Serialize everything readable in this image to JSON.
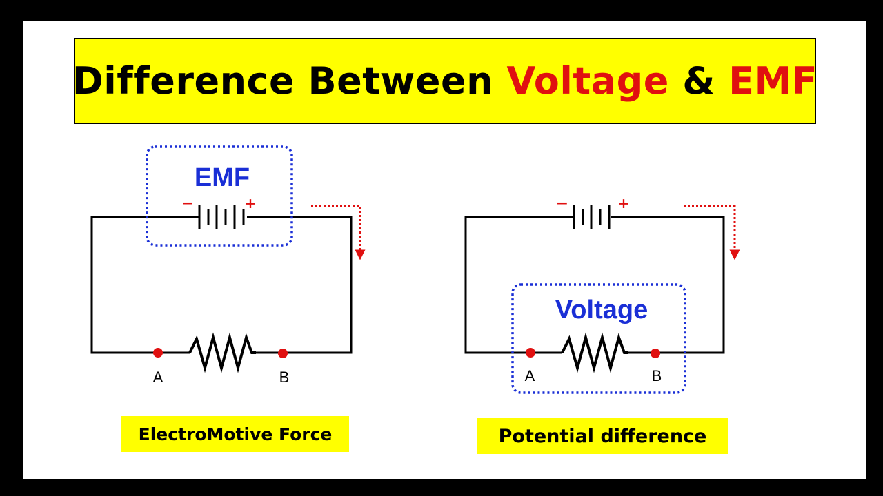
{
  "title": {
    "part1": "Difference Between ",
    "voltage": "Voltage",
    "part2": " & ",
    "emf": "EMF"
  },
  "left_circuit": {
    "box_label": "EMF",
    "minus": "−",
    "plus": "+",
    "point_a": "A",
    "point_b": "B",
    "caption": "ElectroMotive Force"
  },
  "right_circuit": {
    "box_label": "Voltage",
    "minus": "−",
    "plus": "+",
    "point_a": "A",
    "point_b": "B",
    "caption": "Potential difference"
  },
  "colors": {
    "banner": "#ffff00",
    "accent_red": "#e01010",
    "box_blue": "#1a2fd6",
    "wire": "#000000"
  }
}
